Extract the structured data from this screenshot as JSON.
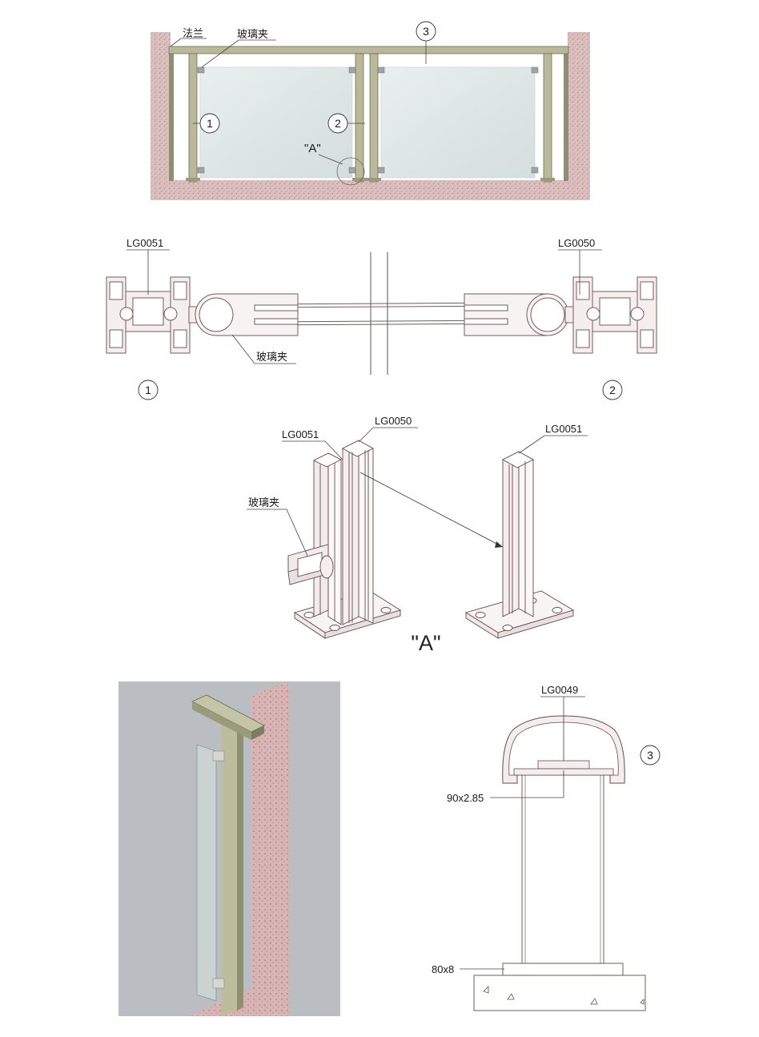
{
  "elevation": {
    "flange_label": "法兰",
    "clip_label": "玻璃夹",
    "callout_1": "1",
    "callout_2": "2",
    "callout_3": "3",
    "detail_label": "\"A\""
  },
  "plan_section": {
    "left_profile": "LG0051",
    "right_profile": "LG0050",
    "clip_label": "玻璃夹",
    "callout_1": "1",
    "callout_2": "2"
  },
  "detail_a": {
    "profile_a": "LG0051",
    "profile_b": "LG0050",
    "profile_c": "LG0051",
    "clip_label": "玻璃夹",
    "title": "\"A\""
  },
  "handrail_section": {
    "profile": "LG0049",
    "callout_3": "3",
    "tube_dim": "90x2.85",
    "plate_dim": "80x8"
  },
  "colors": {
    "post": "#b9b99a",
    "post_dark": "#8f8f70",
    "glass": "#dfe7e5",
    "wall": "#d6b5b5",
    "render_bg": "#b9bcc1",
    "line": "#6b4a4a"
  }
}
